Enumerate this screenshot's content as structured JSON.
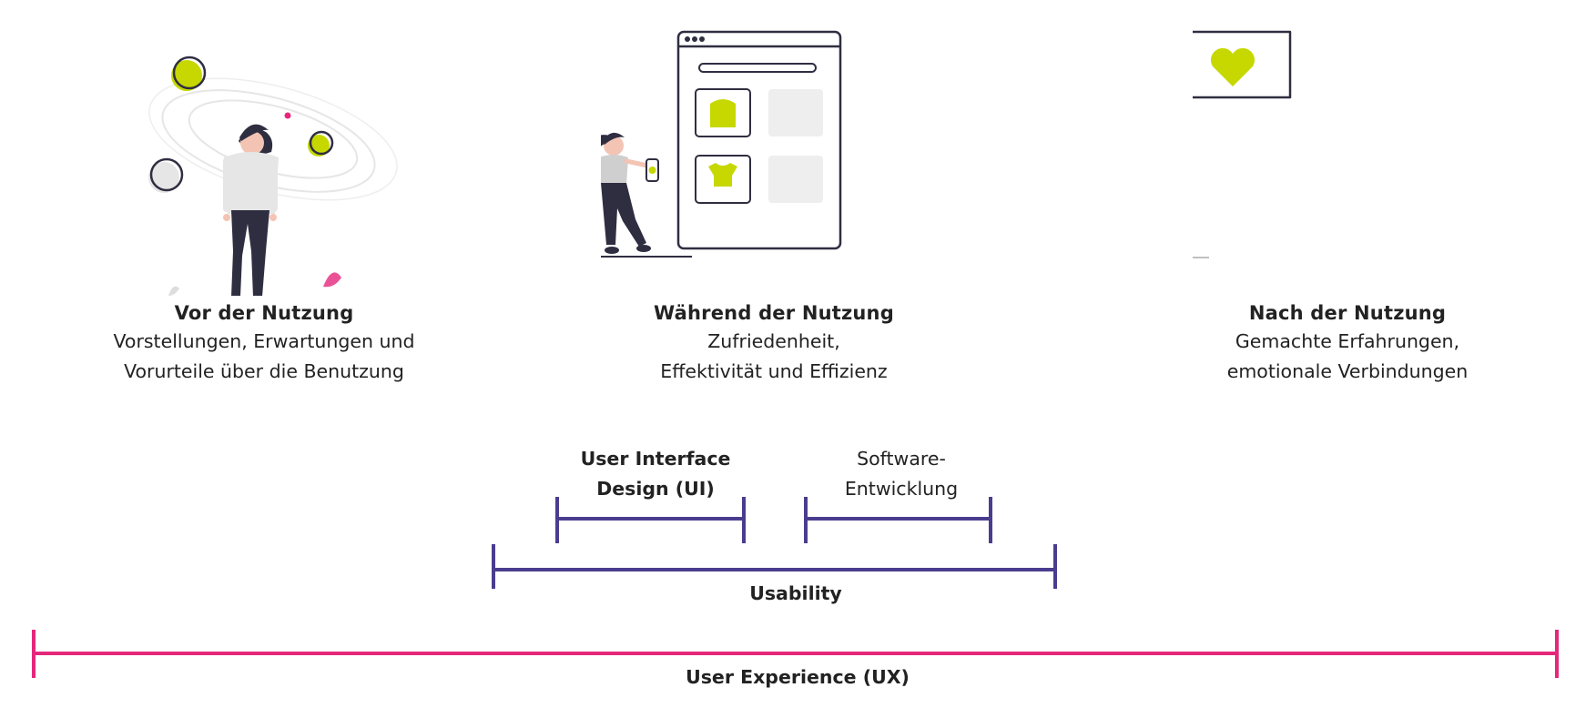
{
  "stages": [
    {
      "title": "Vor der Nutzung",
      "lines": [
        "Vorstellungen, Erwartungen und",
        "Vorurteile über die Benutzung"
      ]
    },
    {
      "title": "Während der Nutzung",
      "lines": [
        "Zufriedenheit,",
        "Effektivität und Effizienz"
      ]
    },
    {
      "title": "Nach der Nutzung",
      "lines": [
        "Gemachte Erfahrungen,",
        "emotionale Verbindungen"
      ]
    }
  ],
  "scopes": {
    "ui": {
      "line1": "User Interface",
      "line2": "Design (UI)"
    },
    "dev": {
      "line1": "Software-",
      "line2": "Entwicklung"
    },
    "usability": "Usability",
    "ux": "User Experience (UX)"
  },
  "colors": {
    "accent_green": "#c6d800",
    "bracket_purple": "#4a3d8f",
    "bracket_pink": "#e5277b",
    "figure_dark": "#2f2e41",
    "shirt_grey": "#e6e6e6"
  }
}
